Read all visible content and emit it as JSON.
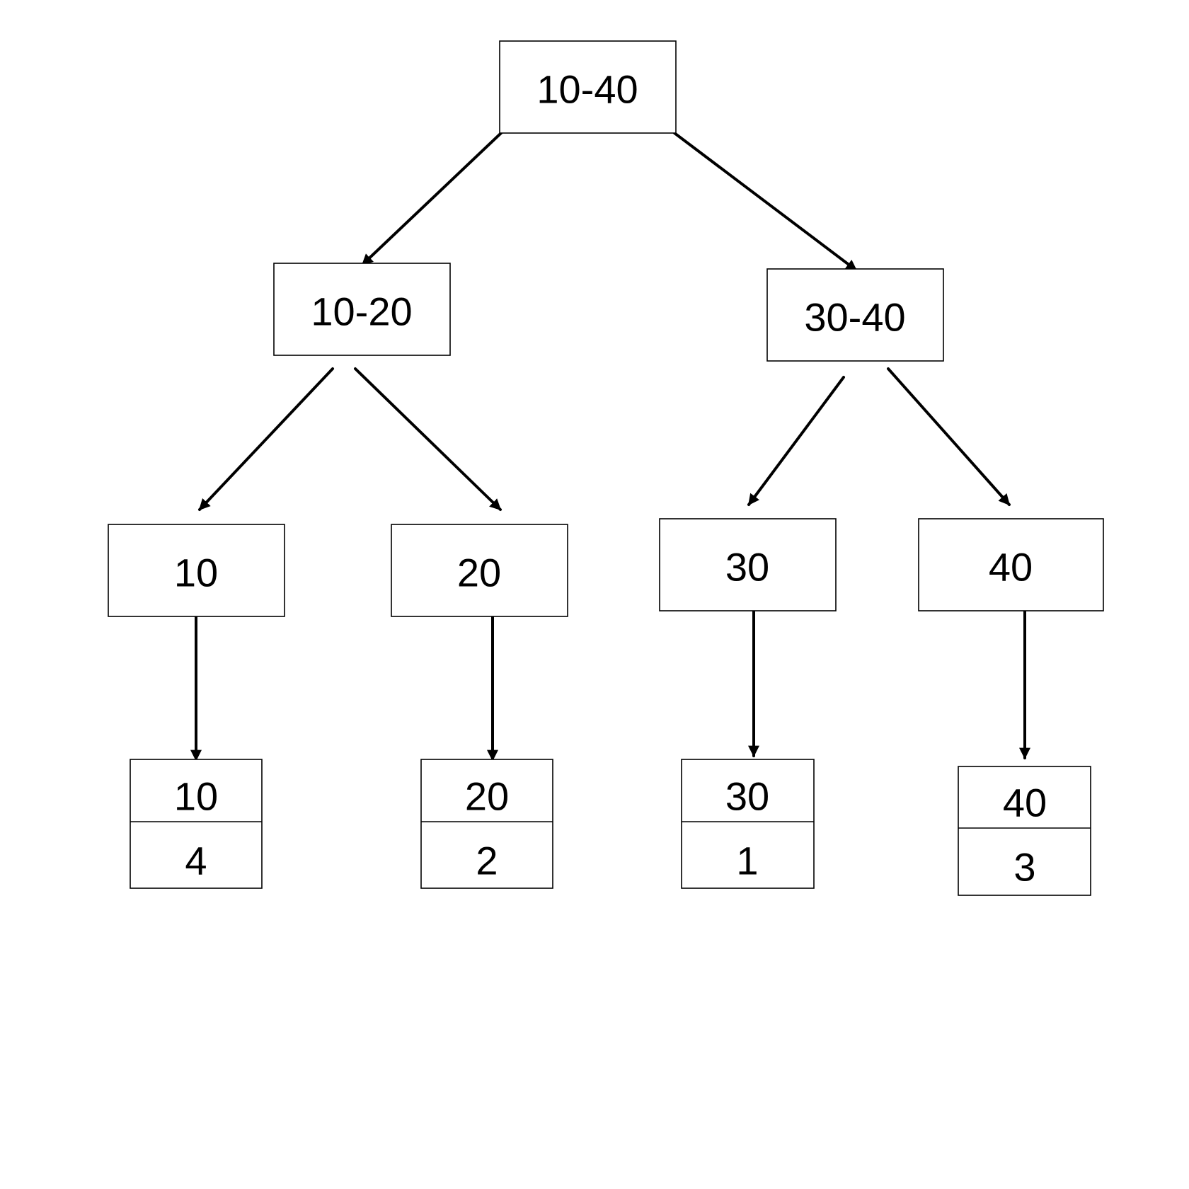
{
  "tree": {
    "root": {
      "label": "10-40"
    },
    "left": {
      "label": "10-20"
    },
    "right": {
      "label": "30-40"
    },
    "leaves": [
      {
        "label": "10",
        "record": {
          "key": "10",
          "value": "4"
        }
      },
      {
        "label": "20",
        "record": {
          "key": "20",
          "value": "2"
        }
      },
      {
        "label": "30",
        "record": {
          "key": "30",
          "value": "1"
        }
      },
      {
        "label": "40",
        "record": {
          "key": "40",
          "value": "3"
        }
      }
    ]
  }
}
